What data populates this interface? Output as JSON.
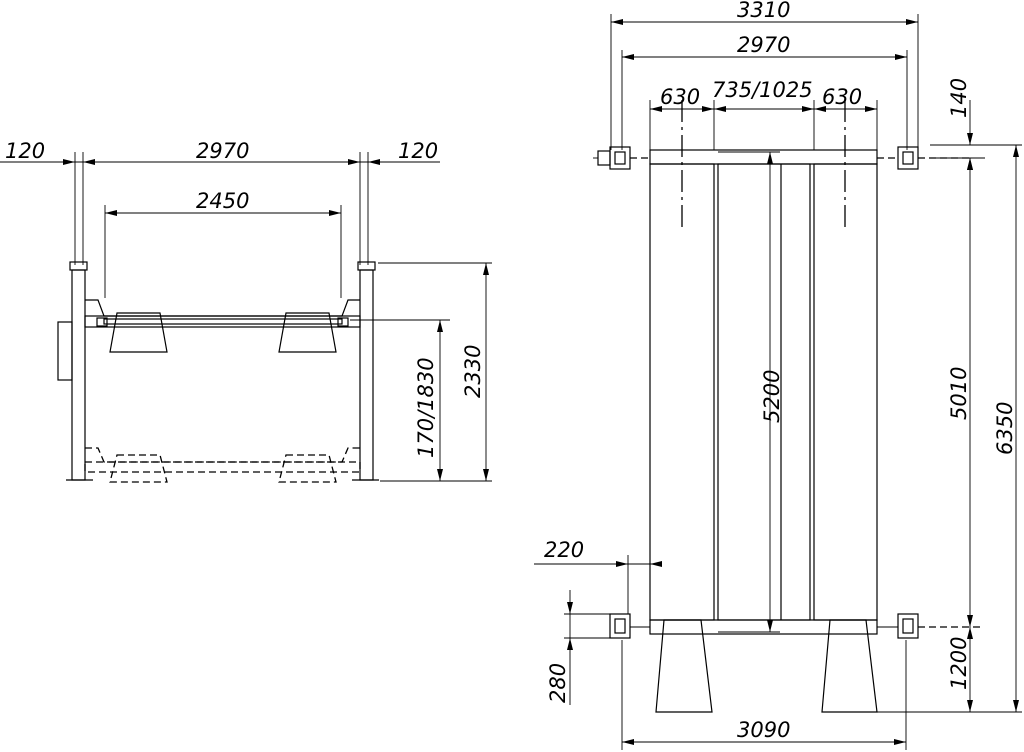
{
  "front_view": {
    "dims": {
      "left_offset": "120",
      "overall_width": "2970",
      "right_offset": "120",
      "inner_width": "2450",
      "lift_height": "170/1830",
      "total_height": "2330"
    }
  },
  "top_view": {
    "dims": {
      "overall_width": "3310",
      "column_span": "2970",
      "runway_left": "630",
      "runway_gap": "735/1025",
      "runway_right": "630",
      "top_offset": "140",
      "runway_length": "5200",
      "column_distance": "5010",
      "overall_length": "6350",
      "column_offset": "220",
      "ramp_offset": "280",
      "ramp_length": "1200",
      "bottom_width": "3090"
    }
  }
}
